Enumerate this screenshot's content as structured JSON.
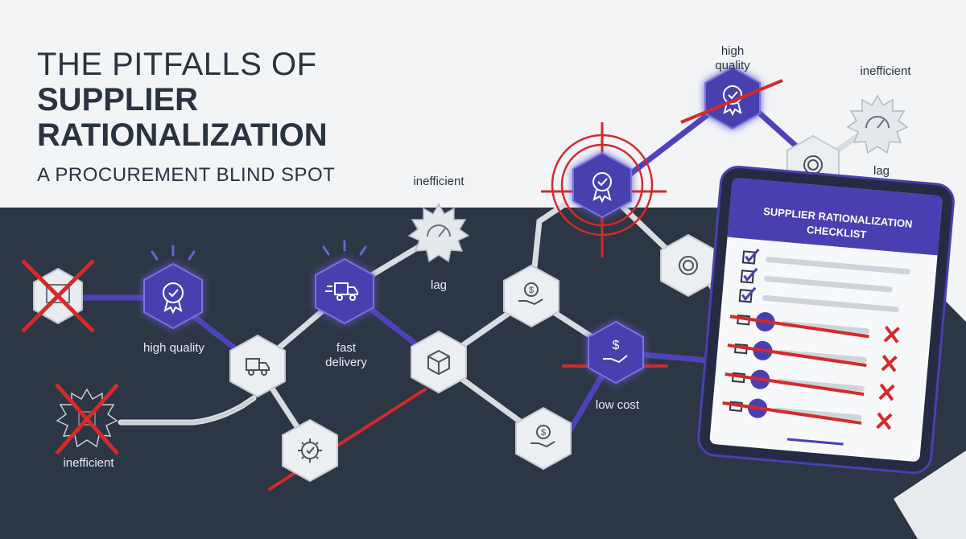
{
  "title": {
    "line1": "THE PITFALLS OF",
    "line2": "SUPPLIER",
    "line3": "RATIONALIZATION",
    "subtitle": "A PROCUREMENT BLIND SPOT"
  },
  "labels": {
    "high_quality_left": "high quality",
    "fast": "fast",
    "delivery": "delivery",
    "inefficient_mid": "inefficient",
    "lag_mid": "lag",
    "low_cost": "low cost",
    "inefficient_bottom": "inefficient",
    "high": "high",
    "quality": "quality",
    "inefficient_right": "inefficient",
    "lag_right": "lag"
  },
  "checklist": {
    "title_line1": "SUPPLIER RATIONALIZATION",
    "title_line2": "CHECKLIST",
    "items": [
      {
        "state": "checked"
      },
      {
        "state": "checked"
      },
      {
        "state": "checked"
      },
      {
        "state": "crossed",
        "icon": "award-icon"
      },
      {
        "state": "crossed",
        "icon": "truck-icon"
      },
      {
        "state": "crossed",
        "icon": "dollar-icon"
      },
      {
        "state": "crossed",
        "icon": "hand-dollar-icon"
      }
    ]
  },
  "colors": {
    "background_light": "#f2f4f6",
    "background_dark": "#2d3645",
    "accent_purple": "#4a3fb0",
    "cross_red": "#d42a2a",
    "node_light": "#e9ecef"
  }
}
